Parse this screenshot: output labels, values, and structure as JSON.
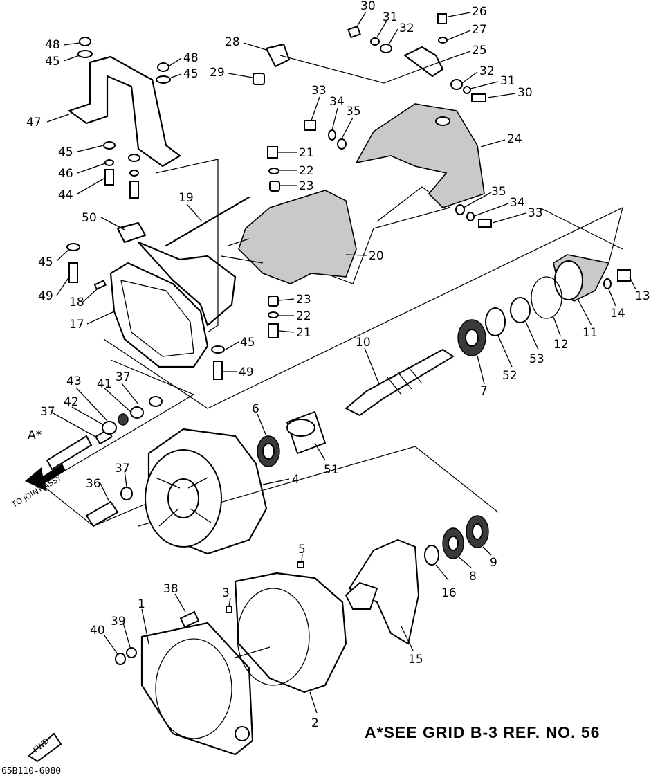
{
  "diagram": {
    "note": "A*SEE GRID B-3 REF. NO. 56",
    "drawing_code": "65B110-6080",
    "fwd_label": "FWD",
    "joint_label": "TO JOINT ASSY",
    "arrow_ref": "A*"
  },
  "callouts": [
    {
      "id": "c30a",
      "text": "30"
    },
    {
      "id": "c31a",
      "text": "31"
    },
    {
      "id": "c32a",
      "text": "32"
    },
    {
      "id": "c26",
      "text": "26"
    },
    {
      "id": "c27",
      "text": "27"
    },
    {
      "id": "c25",
      "text": "25"
    },
    {
      "id": "c32b",
      "text": "32"
    },
    {
      "id": "c31b",
      "text": "31"
    },
    {
      "id": "c30b",
      "text": "30"
    },
    {
      "id": "c28",
      "text": "28"
    },
    {
      "id": "c29",
      "text": "29"
    },
    {
      "id": "c48a",
      "text": "48"
    },
    {
      "id": "c45a",
      "text": "45"
    },
    {
      "id": "c48b",
      "text": "48"
    },
    {
      "id": "c45b",
      "text": "45"
    },
    {
      "id": "c47",
      "text": "47"
    },
    {
      "id": "c45c",
      "text": "45"
    },
    {
      "id": "c46",
      "text": "46"
    },
    {
      "id": "c44",
      "text": "44"
    },
    {
      "id": "c33a",
      "text": "33"
    },
    {
      "id": "c34a",
      "text": "34"
    },
    {
      "id": "c35a",
      "text": "35"
    },
    {
      "id": "c24",
      "text": "24"
    },
    {
      "id": "c21a",
      "text": "21"
    },
    {
      "id": "c22a",
      "text": "22"
    },
    {
      "id": "c23a",
      "text": "23"
    },
    {
      "id": "c19",
      "text": "19"
    },
    {
      "id": "c50",
      "text": "50"
    },
    {
      "id": "c20",
      "text": "20"
    },
    {
      "id": "c35b",
      "text": "35"
    },
    {
      "id": "c34b",
      "text": "34"
    },
    {
      "id": "c33b",
      "text": "33"
    },
    {
      "id": "c45d",
      "text": "45"
    },
    {
      "id": "c49a",
      "text": "49"
    },
    {
      "id": "c18",
      "text": "18"
    },
    {
      "id": "c17",
      "text": "17"
    },
    {
      "id": "c23b",
      "text": "23"
    },
    {
      "id": "c22b",
      "text": "22"
    },
    {
      "id": "c21b",
      "text": "21"
    },
    {
      "id": "c45e",
      "text": "45"
    },
    {
      "id": "c49b",
      "text": "49"
    },
    {
      "id": "c13",
      "text": "13"
    },
    {
      "id": "c14",
      "text": "14"
    },
    {
      "id": "c11",
      "text": "11"
    },
    {
      "id": "c12",
      "text": "12"
    },
    {
      "id": "c53",
      "text": "53"
    },
    {
      "id": "c52",
      "text": "52"
    },
    {
      "id": "c7",
      "text": "7"
    },
    {
      "id": "c10",
      "text": "10"
    },
    {
      "id": "c43",
      "text": "43"
    },
    {
      "id": "c41",
      "text": "41"
    },
    {
      "id": "c37a",
      "text": "37"
    },
    {
      "id": "c42",
      "text": "42"
    },
    {
      "id": "c37b",
      "text": "37"
    },
    {
      "id": "c6",
      "text": "6"
    },
    {
      "id": "c51",
      "text": "51"
    },
    {
      "id": "c4",
      "text": "4"
    },
    {
      "id": "c36",
      "text": "36"
    },
    {
      "id": "c37c",
      "text": "37"
    },
    {
      "id": "c5",
      "text": "5"
    },
    {
      "id": "c9",
      "text": "9"
    },
    {
      "id": "c8",
      "text": "8"
    },
    {
      "id": "c16",
      "text": "16"
    },
    {
      "id": "c3",
      "text": "3"
    },
    {
      "id": "c38",
      "text": "38"
    },
    {
      "id": "c1",
      "text": "1"
    },
    {
      "id": "c39",
      "text": "39"
    },
    {
      "id": "c40",
      "text": "40"
    },
    {
      "id": "c15",
      "text": "15"
    },
    {
      "id": "c2",
      "text": "2"
    }
  ]
}
